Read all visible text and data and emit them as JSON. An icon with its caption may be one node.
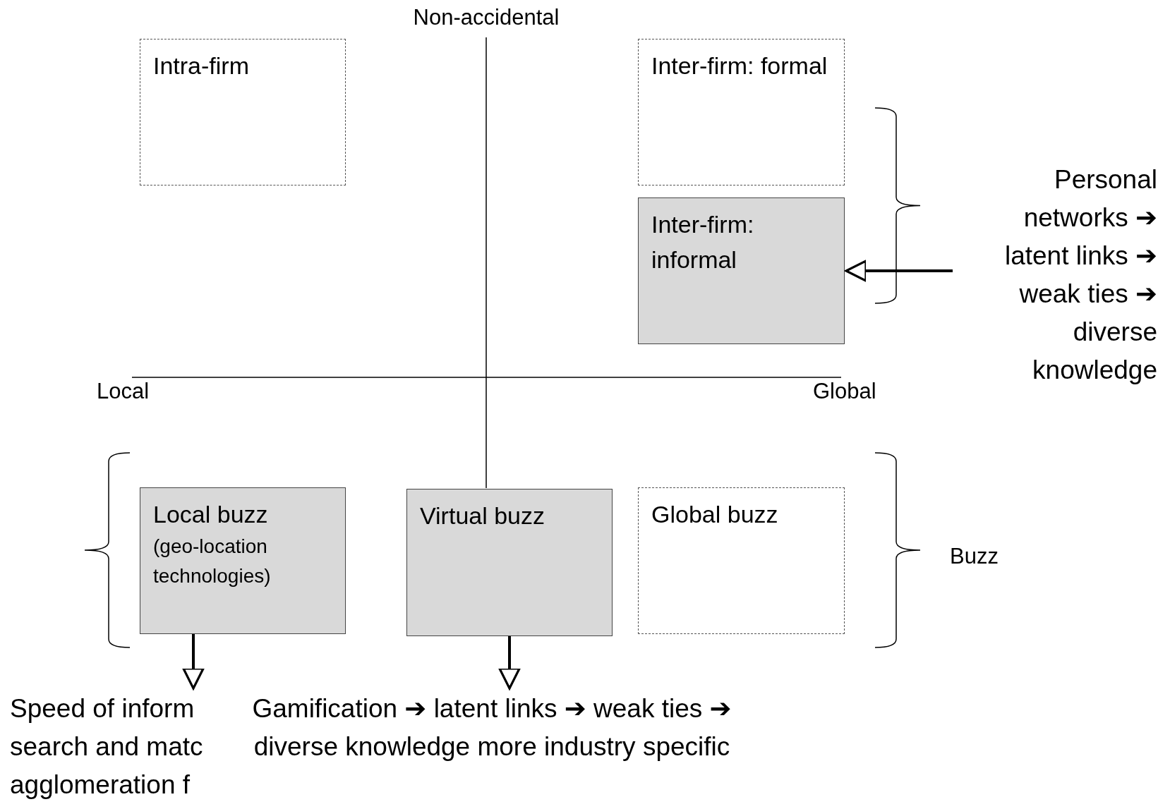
{
  "diagram": {
    "nodes": [
      {
        "text": [
          "Intra-firm"
        ]
      },
      {
        "text": [
          "Inter-firm: formal"
        ]
      },
      {
        "text": [
          "Inter-firm: informal"
        ]
      },
      {
        "text": [
          "Personal networks ➔ latent links ➔ weak ties ➔ diverse knowledge"
        ]
      },
      {
        "text": [
          "Local buzz",
          "(geo-location technologies)"
        ]
      },
      {
        "text": [
          "Virtual buzz"
        ]
      },
      {
        "text": [
          "Global buzz"
        ]
      },
      {
        "text": [
          "Speed of inform search and matc agglomeration f"
        ]
      },
      {
        "text": [
          "Gamification ➔ latent links ➔ weak ties ➔ diverse knowledge more industry specific"
        ]
      }
    ],
    "edges": [
      {
        "from": 3,
        "to": 2,
        "arrow": "to"
      },
      {
        "from": 4,
        "to": 7,
        "arrow": "to"
      },
      {
        "from": 5,
        "to": 8,
        "arrow": "to"
      }
    ],
    "labels": [
      "Non-accidental",
      "Local",
      "Global",
      "Buzz"
    ]
  }
}
